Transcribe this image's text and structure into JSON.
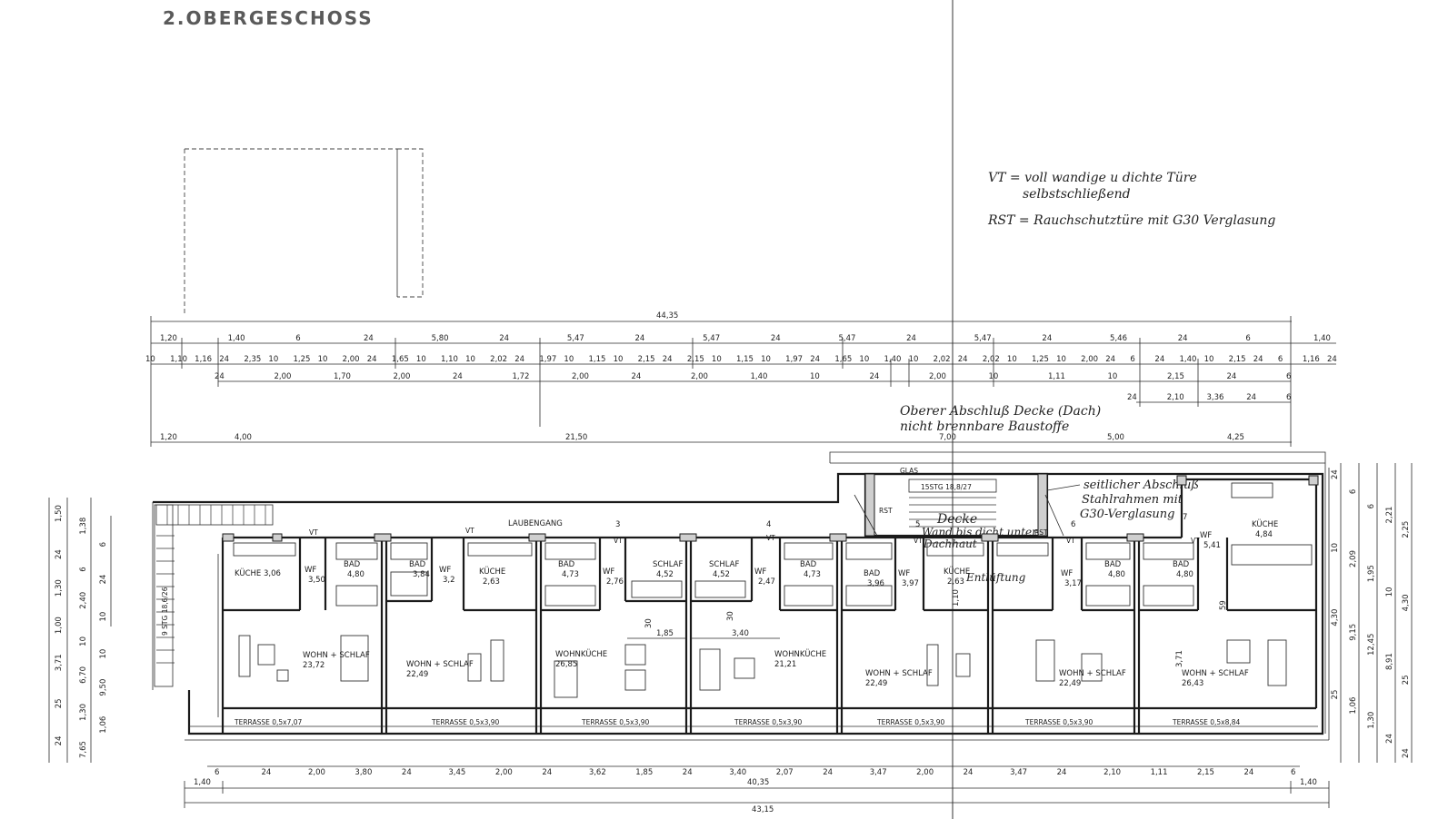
{
  "drawing": {
    "title": "2.OBERGESCHOSS",
    "legend": {
      "vt_line1": "VT = voll wandige u dichte Türe",
      "vt_line2": "selbstschließend",
      "rst_line": "RST = Rauchschutztüre mit G30 Verglasung"
    },
    "notes": {
      "upper_line1": "Oberer Abschluß Decke (Dach)",
      "upper_line2": "nicht brennbare Baustoffe",
      "side_line1": "seitlicher Abschluß",
      "side_line2": "Stahlrahmen mit",
      "side_line3": "G30-Verglasung",
      "glas": "GLAS",
      "stair_right": "15STG 18,8/27",
      "stair_left": "9 STG 18,6/26",
      "decke": "Decke",
      "wand": "Wand bis dicht unter",
      "dachhaut": "Dachhaut",
      "entlueftung": "Entlüftung"
    },
    "corridor": "LAUBENGANG",
    "marks": {
      "vt": "VT",
      "rst": "RST",
      "n3": "3",
      "n4": "4",
      "n5": "5",
      "n6": "6",
      "n7": "7"
    },
    "rooms": [
      {
        "key": "k1",
        "label": "KÜCHE 3,06"
      },
      {
        "key": "wf1",
        "label": "WF",
        "area": "3,50"
      },
      {
        "key": "bad1",
        "label": "BAD",
        "area": "4,80"
      },
      {
        "key": "bad2",
        "label": "BAD",
        "area": "3,84"
      },
      {
        "key": "wf2",
        "label": "WF",
        "area": "3,2"
      },
      {
        "key": "k2",
        "label": "KÜCHE",
        "area": "2,63"
      },
      {
        "key": "bad3",
        "label": "BAD",
        "area": "4,73"
      },
      {
        "key": "wf3",
        "label": "WF",
        "area": "2,76"
      },
      {
        "key": "sch1",
        "label": "SCHLAF",
        "area": "4,52"
      },
      {
        "key": "sch2",
        "label": "SCHLAF",
        "area": "4,52"
      },
      {
        "key": "wf4",
        "label": "WF",
        "area": "2,47"
      },
      {
        "key": "bad4",
        "label": "BAD",
        "area": "4,73"
      },
      {
        "key": "bad5",
        "label": "BAD",
        "area": "3,96"
      },
      {
        "key": "wf5",
        "label": "WF",
        "area": "3,97"
      },
      {
        "key": "k3",
        "label": "KÜCHE",
        "area": "2,63"
      },
      {
        "key": "wf6",
        "label": "WF",
        "area": "3,17"
      },
      {
        "key": "bad6",
        "label": "BAD",
        "area": "4,80"
      },
      {
        "key": "bad7",
        "label": "BAD",
        "area": "4,80"
      },
      {
        "key": "wf7",
        "label": "WF",
        "area": "5,41"
      },
      {
        "key": "k4",
        "label": "KÜCHE",
        "area": "4,84"
      },
      {
        "key": "ws1",
        "label": "WOHN + SCHLAF",
        "area": "23,72"
      },
      {
        "key": "ws2",
        "label": "WOHN + SCHLAF",
        "area": "22,49"
      },
      {
        "key": "wk1",
        "label": "WOHNKÜCHE",
        "area": "26,85"
      },
      {
        "key": "wk2",
        "label": "WOHNKÜCHE",
        "area": "21,21"
      },
      {
        "key": "ws3",
        "label": "WOHN + SCHLAF",
        "area": "22,49"
      },
      {
        "key": "ws4",
        "label": "WOHN + SCHLAF",
        "area": "22,49"
      },
      {
        "key": "ws5",
        "label": "WOHN + SCHLAF",
        "area": "26,43"
      }
    ],
    "terraces": [
      "TERRASSE 0,5x7,07",
      "TERRASSE 0,5x3,90",
      "TERRASSE 0,5x3,90",
      "TERRASSE 0,5x3,90",
      "TERRASSE 0,5x3,90",
      "TERRASSE 0,5x3,90",
      "TERRASSE 0,5x8,84"
    ],
    "dims_top": {
      "overall": "44,35",
      "r1": [
        "1,20",
        "1,40",
        "6",
        "24",
        "5,80",
        "24",
        "5,47",
        "24",
        "5,47",
        "24",
        "5,47",
        "24",
        "5,47",
        "24",
        "5,46",
        "24",
        "6",
        "1,40"
      ],
      "r2": [
        "10",
        "1,10",
        "1,16",
        "24",
        "2,35",
        "10",
        "1,25",
        "10",
        "2,00",
        "24",
        "1,65",
        "10",
        "1,10",
        "10",
        "2,02",
        "24",
        "1,97",
        "10",
        "1,15",
        "10",
        "2,15",
        "24",
        "2,15",
        "10",
        "1,15",
        "10",
        "1,97",
        "24",
        "1,65",
        "10",
        "1,40",
        "10",
        "2,02",
        "24",
        "2,02",
        "10",
        "1,25",
        "10",
        "2,00",
        "24",
        "6",
        "24",
        "1,40",
        "10",
        "2,15",
        "24",
        "6",
        "1,16",
        "24"
      ],
      "r3": [
        "24",
        "2,00",
        "1,70",
        "2,00",
        "24",
        "1,72",
        "2,00",
        "24",
        "2,00",
        "1,40",
        "10",
        "24",
        "2,00",
        "10",
        "1,11",
        "10",
        "2,15",
        "24",
        "6"
      ],
      "r4": [
        "24",
        "2,10",
        "3,36",
        "24",
        "6"
      ],
      "r5": [
        "1,20",
        "4,00",
        "21,50",
        "7,00",
        "5,00",
        "4,25"
      ]
    },
    "dims_bottom": {
      "r1": [
        "6",
        "24",
        "2,00",
        "3,80",
        "24",
        "3,45",
        "2,00",
        "24",
        "3,62",
        "1,85",
        "24",
        "3,40",
        "2,07",
        "24",
        "3,47",
        "2,00",
        "24",
        "3,47",
        "24",
        "2,10",
        "1,11",
        "2,15",
        "24",
        "6"
      ],
      "r2": [
        "1,40",
        "40,35",
        "1,40"
      ],
      "overall": "43,15"
    },
    "dims_left": [
      "1,50",
      "1,38",
      "6",
      "24",
      "6",
      "24",
      "1,30",
      "2,40",
      "10",
      "1,00",
      "10",
      "10",
      "3,71",
      "6,70",
      "9,50",
      "25",
      "1,30",
      "1,06",
      "24",
      "7,65"
    ],
    "dims_right": [
      "24",
      "6",
      "6",
      "2,21",
      "2,25",
      "10",
      "2,09",
      "1,95",
      "10",
      "4,30",
      "4,30",
      "9,15",
      "12,45",
      "8,91",
      "25",
      "25",
      "1,06",
      "1,30",
      "24",
      "24"
    ],
    "inner_dims": {
      "d1": "1,85",
      "d2": "3,40",
      "d3": "30",
      "d4": "30",
      "d5": "3,71",
      "d6": "1,10",
      "d7": "59"
    }
  }
}
